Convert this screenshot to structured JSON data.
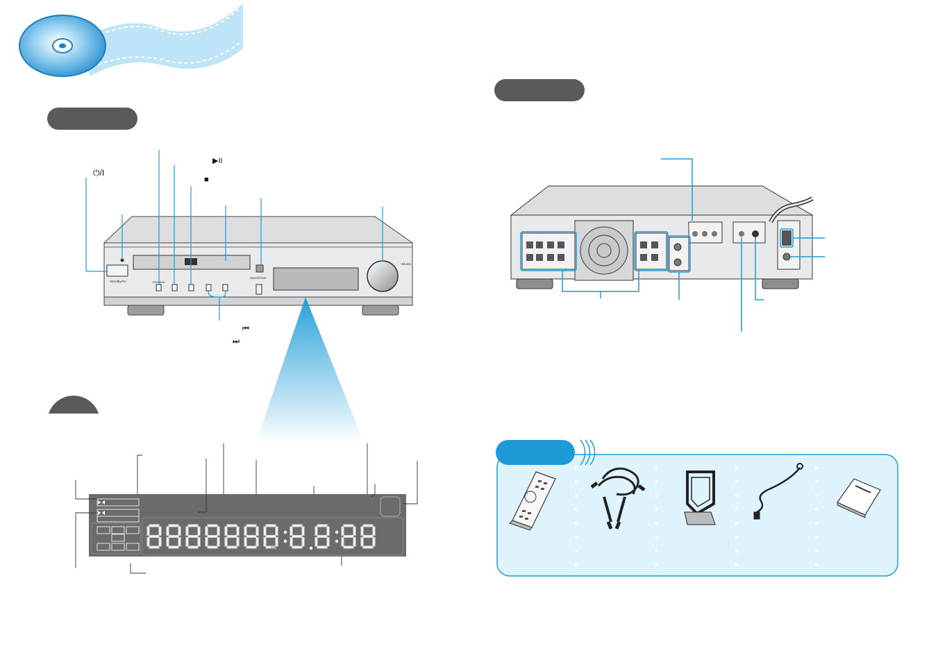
{
  "front_panel": {
    "symbols": {
      "power": "⏻/I",
      "play_pause": "▶II",
      "stop": "■",
      "skip_back": "⏮",
      "skip_forward": "⏭"
    },
    "labels": {
      "standby_on": "Standby/On",
      "function": "Function",
      "open_close": "Open/Close",
      "volume": "Volume"
    }
  },
  "display": {
    "digits": "8888888:8.8:88"
  },
  "colors": {
    "accent_blue": "#1e9bd7",
    "pill_grey": "#5a5a5a",
    "panel_bg": "#dff3fd",
    "device_silver": "#c9cbcd"
  },
  "icons": [
    "disc-icon",
    "remote-icon",
    "av-cable-icon",
    "am-antenna-icon",
    "fm-antenna-icon",
    "manual-icon"
  ]
}
